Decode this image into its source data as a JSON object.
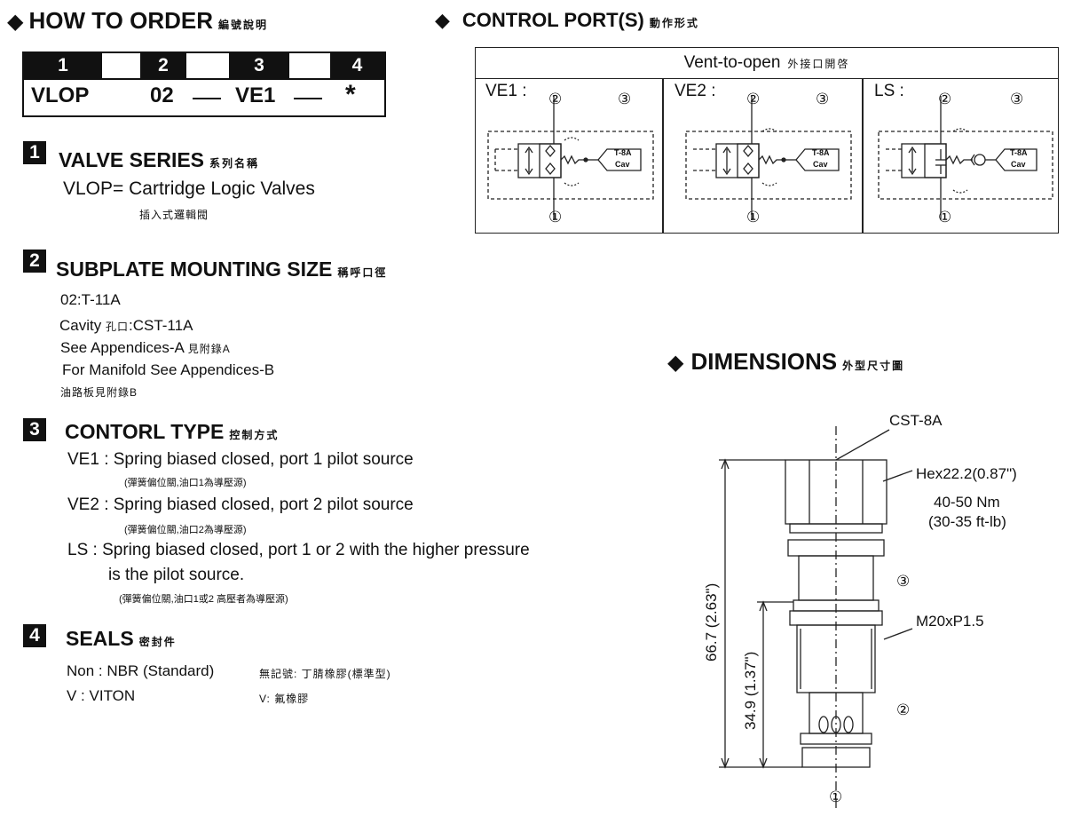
{
  "how_to_order": {
    "heading": "HOW TO  ORDER",
    "heading_zh": "編號說明",
    "positions": [
      "1",
      "2",
      "3",
      "4"
    ],
    "code": {
      "series": "VLOP",
      "size": "02",
      "control": "VE1",
      "seals": "*"
    }
  },
  "sections": {
    "s1": {
      "num": "1",
      "title": "VALVE SERIES",
      "title_zh": "系列名稱",
      "line1": "VLOP= Cartridge Logic Valves",
      "line1_zh": "插入式邏輯閥"
    },
    "s2": {
      "num": "2",
      "title": "SUBPLATE MOUNTING SIZE",
      "title_zh": "稱呼口徑",
      "size": "02:T-11A",
      "cavity_label": "Cavity",
      "cavity_zh": "孔口",
      "cavity_value": ":CST-11A",
      "appendix_a": "See Appendices-A",
      "appendix_a_zh": "見附錄A",
      "appendix_b": "For Manifold See Appendices-B",
      "appendix_b_zh": "油路板見附錄B"
    },
    "s3": {
      "num": "3",
      "title": "CONTORL TYPE",
      "title_zh": "控制方式",
      "ve1": "VE1 : Spring biased closed, port 1 pilot source",
      "ve1_zh": "(彈簧偏位關,油口1為導壓源)",
      "ve2": "VE2 : Spring biased closed, port 2 pilot source",
      "ve2_zh": "(彈簧偏位關,油口2為導壓源)",
      "ls1": "LS : Spring biased closed, port 1 or 2 with the higher pressure",
      "ls2": "is the pilot source.",
      "ls_zh": "(彈簧偏位關,油口1或2 高壓者為導壓源)"
    },
    "s4": {
      "num": "4",
      "title": "SEALS",
      "title_zh": "密封件",
      "non": "Non : NBR (Standard)",
      "non_zh": "無記號: 丁腈橡膠(標準型)",
      "v": "V : VITON",
      "v_zh": "V: 氟橡膠"
    }
  },
  "control_ports": {
    "heading": "CONTROL PORT(S)",
    "heading_zh": "動作形式",
    "header": "Vent-to-open",
    "header_zh": "外接口開啓",
    "panels": [
      {
        "label": "VE1 :",
        "port_a": "②",
        "port_b": "③",
        "port_c": "①",
        "pilot_top": "T-8A",
        "pilot_bottom": "Cav"
      },
      {
        "label": "VE2 :",
        "port_a": "②",
        "port_b": "③",
        "port_c": "①",
        "pilot_top": "T-8A",
        "pilot_bottom": "Cav"
      },
      {
        "label": "LS :",
        "port_a": "②",
        "port_b": "③",
        "port_c": "①",
        "pilot_top": "T-8A",
        "pilot_bottom": "Cav"
      }
    ]
  },
  "dimensions": {
    "heading": "DIMENSIONS",
    "heading_zh": "外型尺寸圖",
    "cavity": "CST-8A",
    "hex": "Hex22.2(0.87\")",
    "torque_nm": "40-50 Nm",
    "torque_ftlb": "(30-35 ft-lb)",
    "thread": "M20xP1.5",
    "overall": "66.7 (2.63\")",
    "partial": "34.9 (1.37\")",
    "port3": "③",
    "port2": "②",
    "port1": "①"
  },
  "colors": {
    "ink": "#111111",
    "background": "#ffffff"
  }
}
